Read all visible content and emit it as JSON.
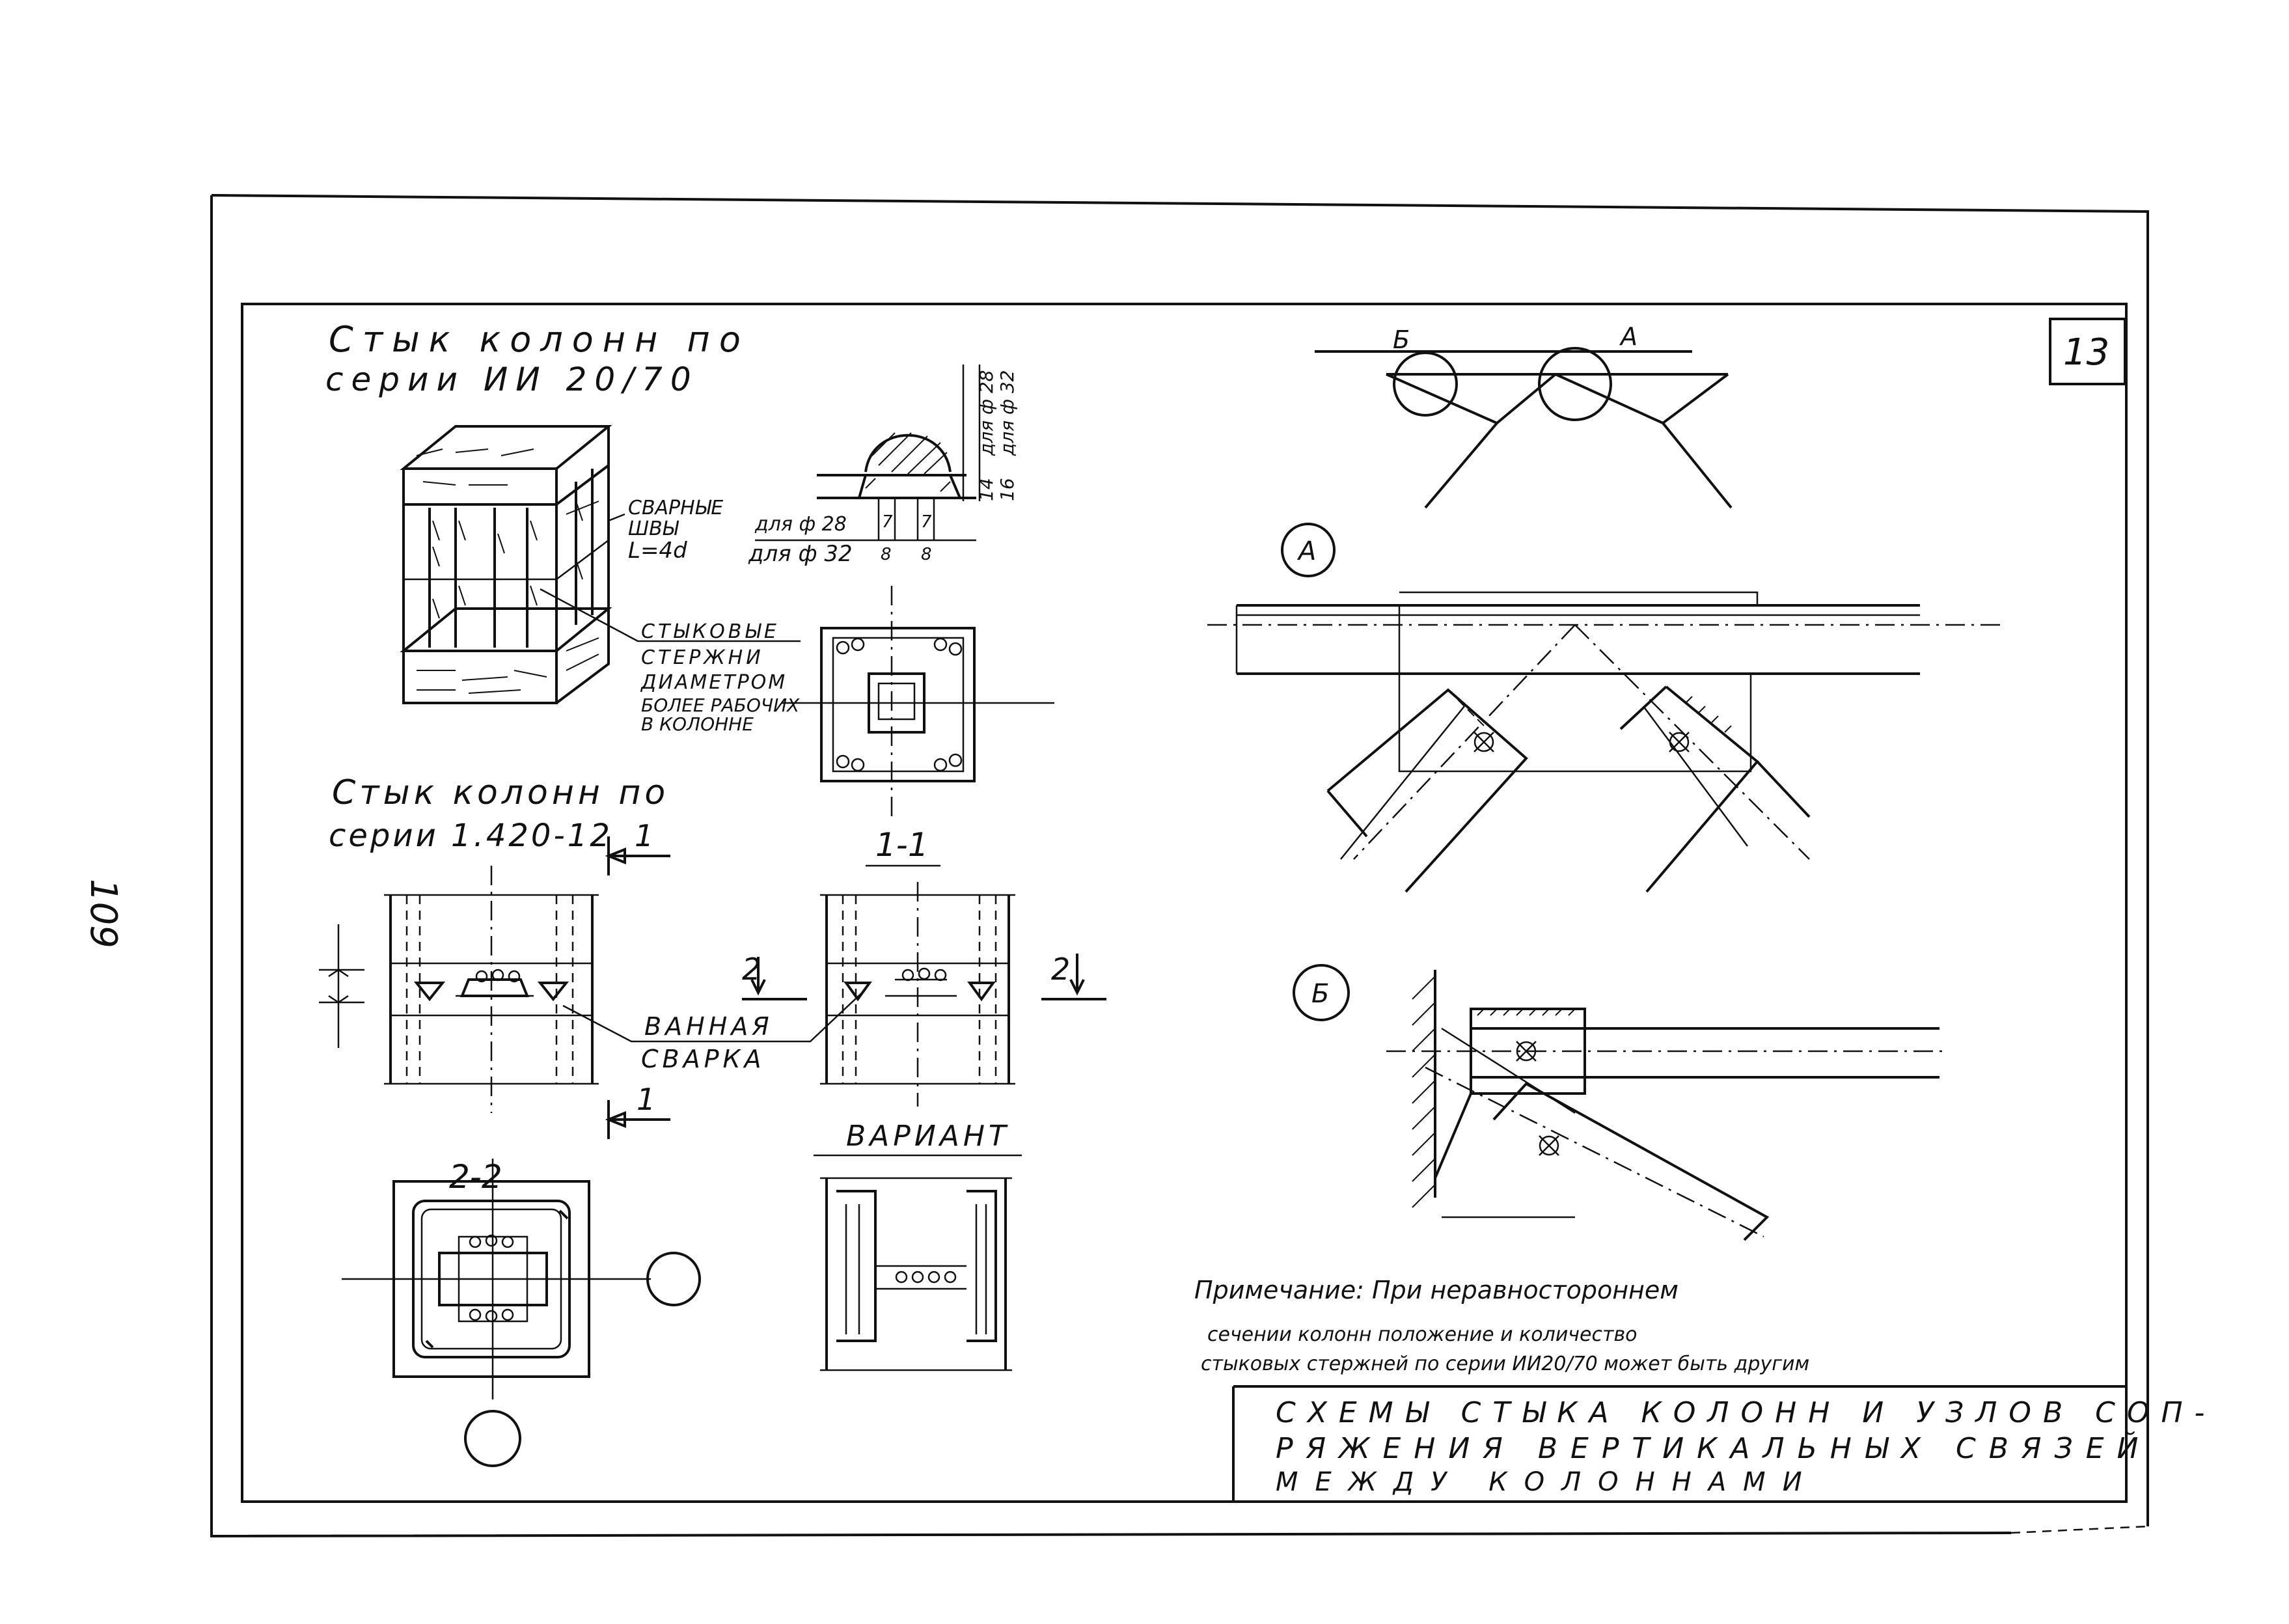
{
  "page_number": "109",
  "sheet_number": "13",
  "left": {
    "title1_line1": "Стык колонн по",
    "title1_line2": "серии ИИ 20/70",
    "weld_note_line1": "СВАРНЫЕ",
    "weld_note_line2": "ШВЫ",
    "weld_note_line3": "L=4d",
    "bar_note_line1": "СТЫКОВЫЕ",
    "bar_note_line2": "СТЕРЖНИ",
    "bar_note_line3": "ДИАМЕТРОМ",
    "bar_note_line4": "БОЛЕЕ РАБОЧИХ",
    "bar_note_line5": "В КОЛОННЕ",
    "dim_d28": "для ф 28",
    "dim_d32": "для ф 32",
    "dim_7a": "7",
    "dim_7b": "7",
    "dim_8a": "8",
    "dim_8b": "8",
    "vert_dim_14": "14",
    "vert_dim_16": "16",
    "vert_dim_d28": "для ф 28",
    "vert_dim_d32": "для ф 32",
    "title2_line1": "Стык колонн по",
    "title2_line2": "серии 1.420-12",
    "cut_1_top": "1",
    "cut_1_bottom": "1",
    "cut_2_left": "2",
    "cut_2_right": "2",
    "section_11": "1-1",
    "section_22": "2-2",
    "bath_weld_line1": "ВАННАЯ",
    "bath_weld_line2": "СВАРКА",
    "variant_label": "ВАРИАНТ"
  },
  "right": {
    "label_b_top": "Б",
    "label_a_top": "А",
    "node_a": "А",
    "node_b": "Б"
  },
  "note": {
    "line1": "Примечание: При неравностороннем",
    "line2": "сечении колонн положение и количество",
    "line3": "стыковых стержней по серии ИИ20/70 может быть другим"
  },
  "title_block": {
    "line1": "СХЕМЫ СТЫКА КОЛОНН И УЗЛОВ СОП-",
    "line2": "РЯЖЕНИЯ ВЕРТИКАЛЬНЫХ СВЯЗЕЙ",
    "line3": "МЕЖДУ КОЛОННАМИ"
  }
}
